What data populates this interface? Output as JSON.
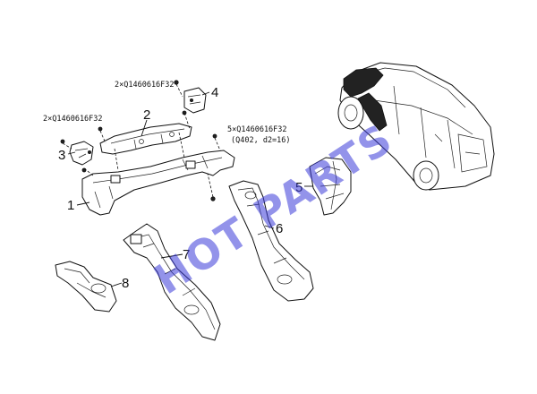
{
  "callouts": [
    {
      "id": "1",
      "label": "1"
    },
    {
      "id": "2",
      "label": "2"
    },
    {
      "id": "3",
      "label": "3"
    },
    {
      "id": "4",
      "label": "4"
    },
    {
      "id": "5",
      "label": "5"
    },
    {
      "id": "6",
      "label": "6"
    },
    {
      "id": "7",
      "label": "7"
    },
    {
      "id": "8",
      "label": "8"
    }
  ],
  "fastener_notes": [
    {
      "text": "2×Q1460616F32"
    },
    {
      "text": "2×Q1460616F32"
    },
    {
      "text": "5×Q1460616F32"
    },
    {
      "text": "(Q402, d2=16)"
    }
  ],
  "watermark": "HOT PARTS",
  "colors": {
    "line": "#111111",
    "watermark": "#3a3ad8",
    "background": "#ffffff"
  }
}
